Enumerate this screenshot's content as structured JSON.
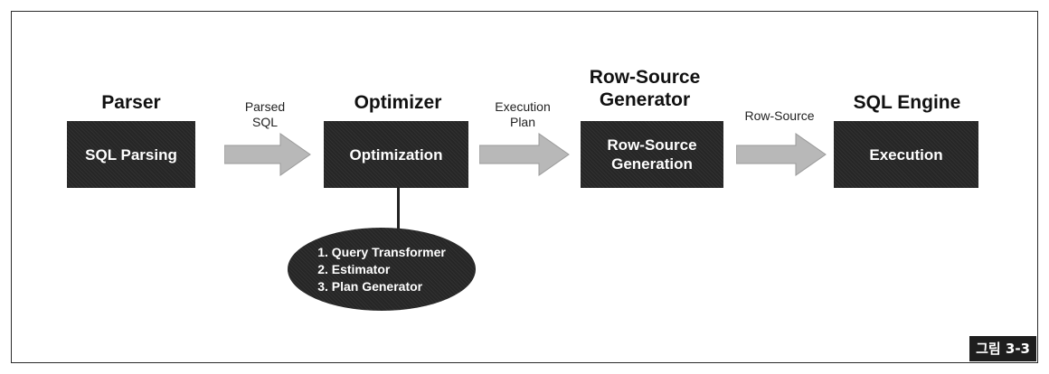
{
  "stages": [
    {
      "title": "Parser",
      "box_label": "SQL Parsing"
    },
    {
      "title": "Optimizer",
      "box_label": "Optimization"
    },
    {
      "title": "Row-Source\nGenerator",
      "box_label": "Row-Source\nGeneration"
    },
    {
      "title": "SQL Engine",
      "box_label": "Execution"
    }
  ],
  "arrows": [
    {
      "label": "Parsed\nSQL"
    },
    {
      "label": "Execution\nPlan"
    },
    {
      "label": "Row-Source"
    }
  ],
  "optimizer_components": [
    "1. Query Transformer",
    "2. Estimator",
    "3. Plan Generator"
  ],
  "figure_label": "그림 3-3",
  "colors": {
    "box_fill": "#262626",
    "arrow_fill": "#b8b8b8",
    "text_dark": "#111111"
  }
}
